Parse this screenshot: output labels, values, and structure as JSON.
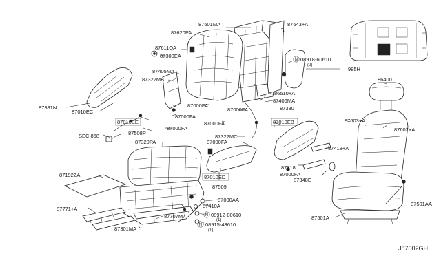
{
  "labels": {
    "p87601MA": "87601MA",
    "p87620PA": "87620PA",
    "p87643A": "87643+A",
    "p87611QA": "87611QA",
    "p87300EA": "87300EA",
    "p08918": "08918-60610",
    "p08918q": "(2)",
    "p985H": "985H",
    "p86400": "86400",
    "p87405MA": "87405MA",
    "p87322MB": "87322MB",
    "p86510A": "86510+A",
    "p87406MA": "87406MA",
    "p87000FA_1": "87000FA",
    "p87000FA_2": "87000FA",
    "p87000FA_3": "87000FA",
    "p87000FA_4": "87000FA",
    "p87000FA_5": "87000FA",
    "p87000FA_6": "87000FA",
    "p87000FA_7": "87000FA",
    "p87381N": "87381N",
    "p87010EC": "87010EC",
    "p87010EE": "87010EE",
    "p87508P": "87508P",
    "pSEC868": "SEC.868",
    "p87320PA": "87320PA",
    "p87322MC": "87322MC",
    "p87380": "87380",
    "p87010EB": "87010EB",
    "p87603A": "87603+A",
    "p87602A": "87602+A",
    "p87418A": "87418+A",
    "p87318": "87318",
    "p87348E": "87348E",
    "p87010ED": "87010ED",
    "p87192ZA": "87192ZA",
    "p87509": "87509",
    "p87000AA": "87000AA",
    "p87410A": "87410A",
    "p08912": "08912-80610",
    "p08912q": "(1)",
    "p08915": "08915-43610",
    "p08915q": "(1)",
    "p87771A": "87771+A",
    "p87707M": "87707M",
    "p87301MA": "87301MA",
    "p87501A": "87501A",
    "p87501AA": "87501AA",
    "diagramCode": "J87002GH",
    "nutSymbol": "N"
  }
}
